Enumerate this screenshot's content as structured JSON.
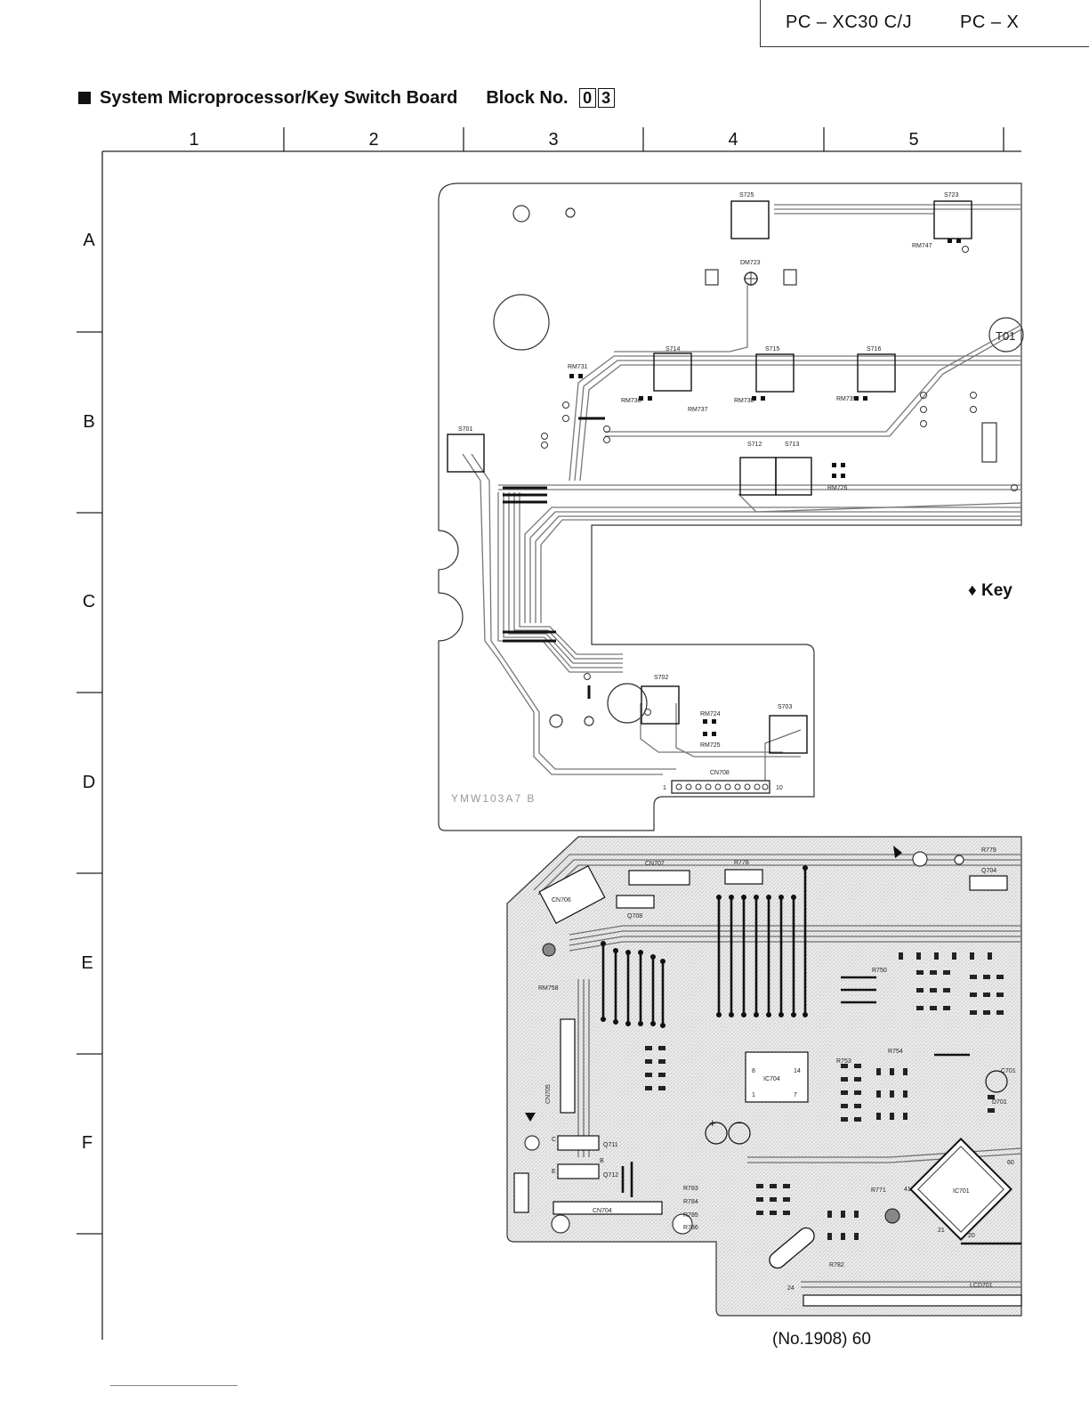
{
  "header": {
    "model_1": "PC – XC30 C/J",
    "model_2": "PC – X"
  },
  "title": {
    "text": "System Microprocessor/Key Switch Board",
    "block_label": "Block No.",
    "block_digits": [
      "0",
      "3"
    ]
  },
  "grid": {
    "columns": [
      "1",
      "2",
      "3",
      "4",
      "5"
    ],
    "rows": [
      "A",
      "B",
      "C",
      "D",
      "E",
      "F"
    ]
  },
  "key_label": "♦ Key",
  "footer": {
    "doc_number": "(No.1908)",
    "page": "60"
  },
  "key_board": {
    "board_code": "YMW103A7 B",
    "switches": [
      "S725",
      "S723",
      "S714",
      "S715",
      "S716",
      "S701",
      "S712",
      "S713",
      "S702",
      "S703"
    ],
    "components": [
      "RM747",
      "DM723",
      "RM731",
      "RM736",
      "RM737",
      "RM738",
      "RM739",
      "RM726",
      "RM724",
      "RM725",
      "CN708"
    ],
    "connector_pins": [
      "1",
      "10"
    ],
    "misc": [
      "T01"
    ]
  },
  "main_board": {
    "components": [
      "CN707",
      "R778",
      "R779",
      "Q704",
      "CN706",
      "Q708",
      "RM758",
      "CN705",
      "IC704",
      "C701",
      "D701",
      "R783",
      "R784",
      "R785",
      "R786",
      "R750",
      "R753",
      "R754",
      "R771",
      "IC701",
      "LCD701",
      "CN704",
      "Q711",
      "Q712",
      "R782"
    ],
    "pin_labels": [
      "8",
      "14",
      "1",
      "7",
      "60",
      "41",
      "21",
      "20",
      "24"
    ],
    "polarity_marks": [
      "+",
      "−",
      "E",
      "B",
      "C"
    ]
  }
}
